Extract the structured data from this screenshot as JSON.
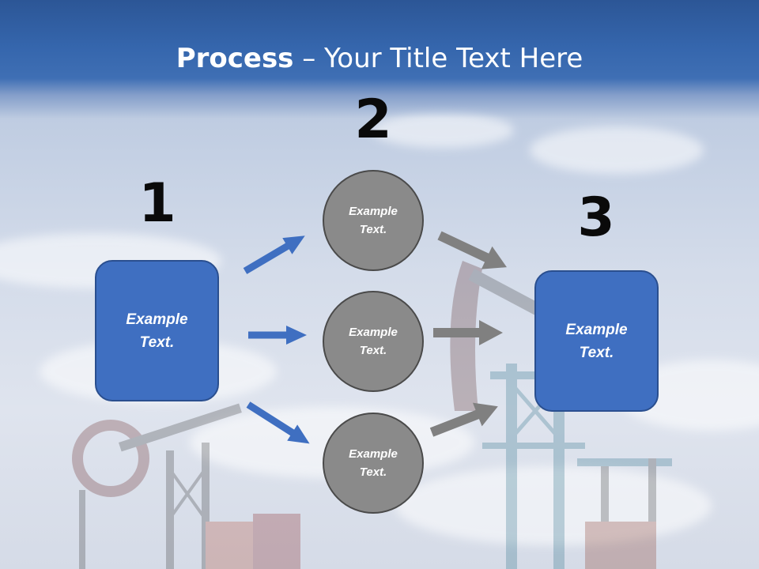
{
  "title": {
    "strong": "Process",
    "rest": " – Your Title Text Here"
  },
  "steps": {
    "step1": {
      "number": "1",
      "text": "Example\nText."
    },
    "step2": {
      "number": "2",
      "circles": [
        {
          "text": "Example\nText."
        },
        {
          "text": "Example\nText."
        },
        {
          "text": "Example\nText."
        }
      ]
    },
    "step3": {
      "number": "3",
      "text": "Example\nText."
    }
  },
  "colors": {
    "title_bar": "#3566ad",
    "box_fill": "#3f6fc1",
    "circle_fill": "#8a8a8a",
    "blue_arrow": "#3f6fc1",
    "gray_arrow": "#808080"
  }
}
